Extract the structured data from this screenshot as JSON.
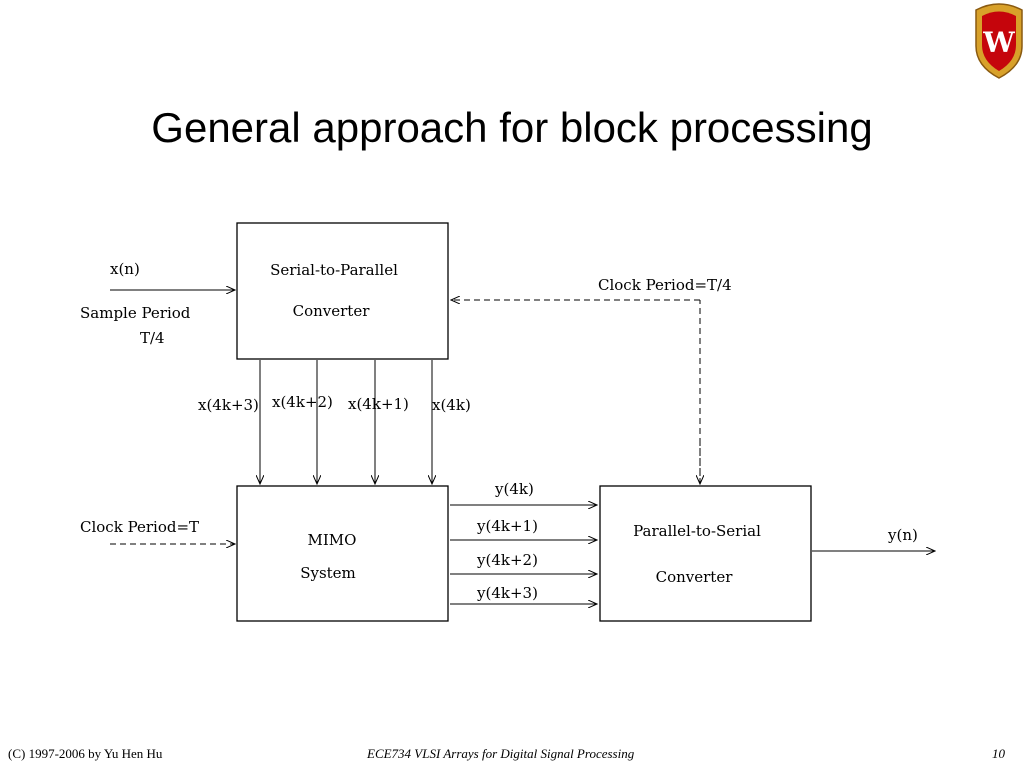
{
  "slide": {
    "title": "General approach for block processing",
    "footer_left": "(C) 1997-2006 by Yu Hen Hu",
    "footer_center": "ECE734 VLSI Arrays for Digital Signal Processing",
    "footer_right": "10",
    "logo": {
      "icon": "university-crest-icon",
      "letter": "W",
      "colors": {
        "red": "#c5050c",
        "gold": "#d8a12a"
      }
    }
  },
  "diagram": {
    "blocks": {
      "s2p": {
        "line1": "Serial-to-Parallel",
        "line2": "Converter"
      },
      "mimo": {
        "line1": "MIMO",
        "line2": "System"
      },
      "p2s": {
        "line1": "Parallel-to-Serial",
        "line2": "Converter"
      }
    },
    "input": {
      "signal": "x(n)",
      "period_line1": "Sample Period",
      "period_line2": "T/4"
    },
    "clock_top": "Clock Period=T/4",
    "clock_left": "Clock Period=T",
    "parallel_inputs": [
      "x(4k+3)",
      "x(4k+2)",
      "x(4k+1)",
      "x(4k)"
    ],
    "parallel_outputs": [
      "y(4k)",
      "y(4k+1)",
      "y(4k+2)",
      "y(4k+3)"
    ],
    "output": "y(n)"
  }
}
